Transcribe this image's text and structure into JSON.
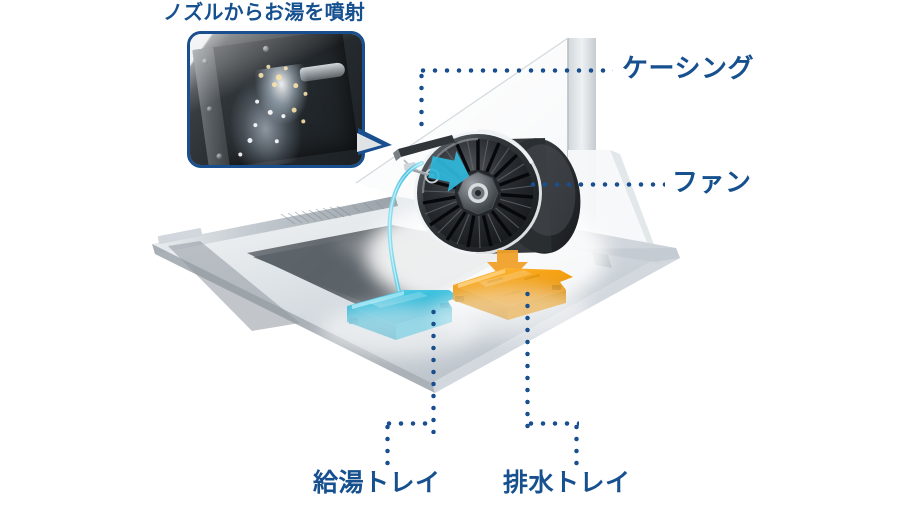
{
  "figure": {
    "kind": "cutaway-illustration",
    "subject": "range-hood-auto-clean",
    "background_color": "#ffffff"
  },
  "callout": {
    "title": "ノズルからお湯を噴射",
    "photo_alt": "nozzle-spray-photo",
    "border_color": "#1a4f8f",
    "text_color": "#16508f"
  },
  "labels": {
    "casing": "ケーシング",
    "fan": "ファン",
    "supply_tray": "給湯トレイ",
    "drain_tray": "排水トレイ"
  },
  "colors": {
    "label_blue": "#16508f",
    "leader_blue": "#1a4f8f",
    "supply_tray_cyan": "#28b6d8",
    "drain_tray_orange": "#f5a00f",
    "hood_silver": "#b9c0c6",
    "fan_dark": "#1e2124",
    "casing_white": "#f2f4f6"
  },
  "parts": [
    {
      "name": "casing",
      "label": "ケーシング",
      "color": "#f2f4f6"
    },
    {
      "name": "fan",
      "label": "ファン",
      "color": "#1e2124"
    },
    {
      "name": "supply-tray",
      "label": "給湯トレイ",
      "color": "#28b6d8"
    },
    {
      "name": "drain-tray",
      "label": "排水トレイ",
      "color": "#f5a00f"
    }
  ]
}
